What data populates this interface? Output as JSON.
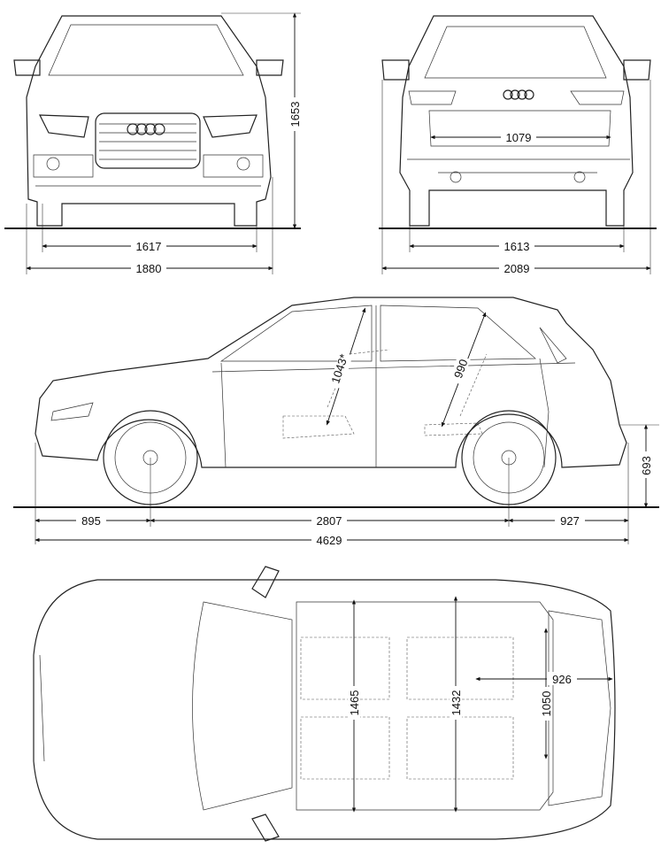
{
  "front_view": {
    "height": "1653",
    "track": "1617",
    "width": "1880"
  },
  "rear_view": {
    "load_width": "1079",
    "track": "1613",
    "width_mirrors": "2089"
  },
  "side_view": {
    "front_headroom": "1043*",
    "rear_headroom": "990",
    "load_height": "693",
    "front_overhang": "895",
    "wheelbase": "2807",
    "rear_overhang": "927",
    "length": "4629"
  },
  "top_view": {
    "front_elbow_width": "1465",
    "rear_elbow_width": "1432",
    "luggage_length": "926",
    "luggage_width": "1050"
  }
}
